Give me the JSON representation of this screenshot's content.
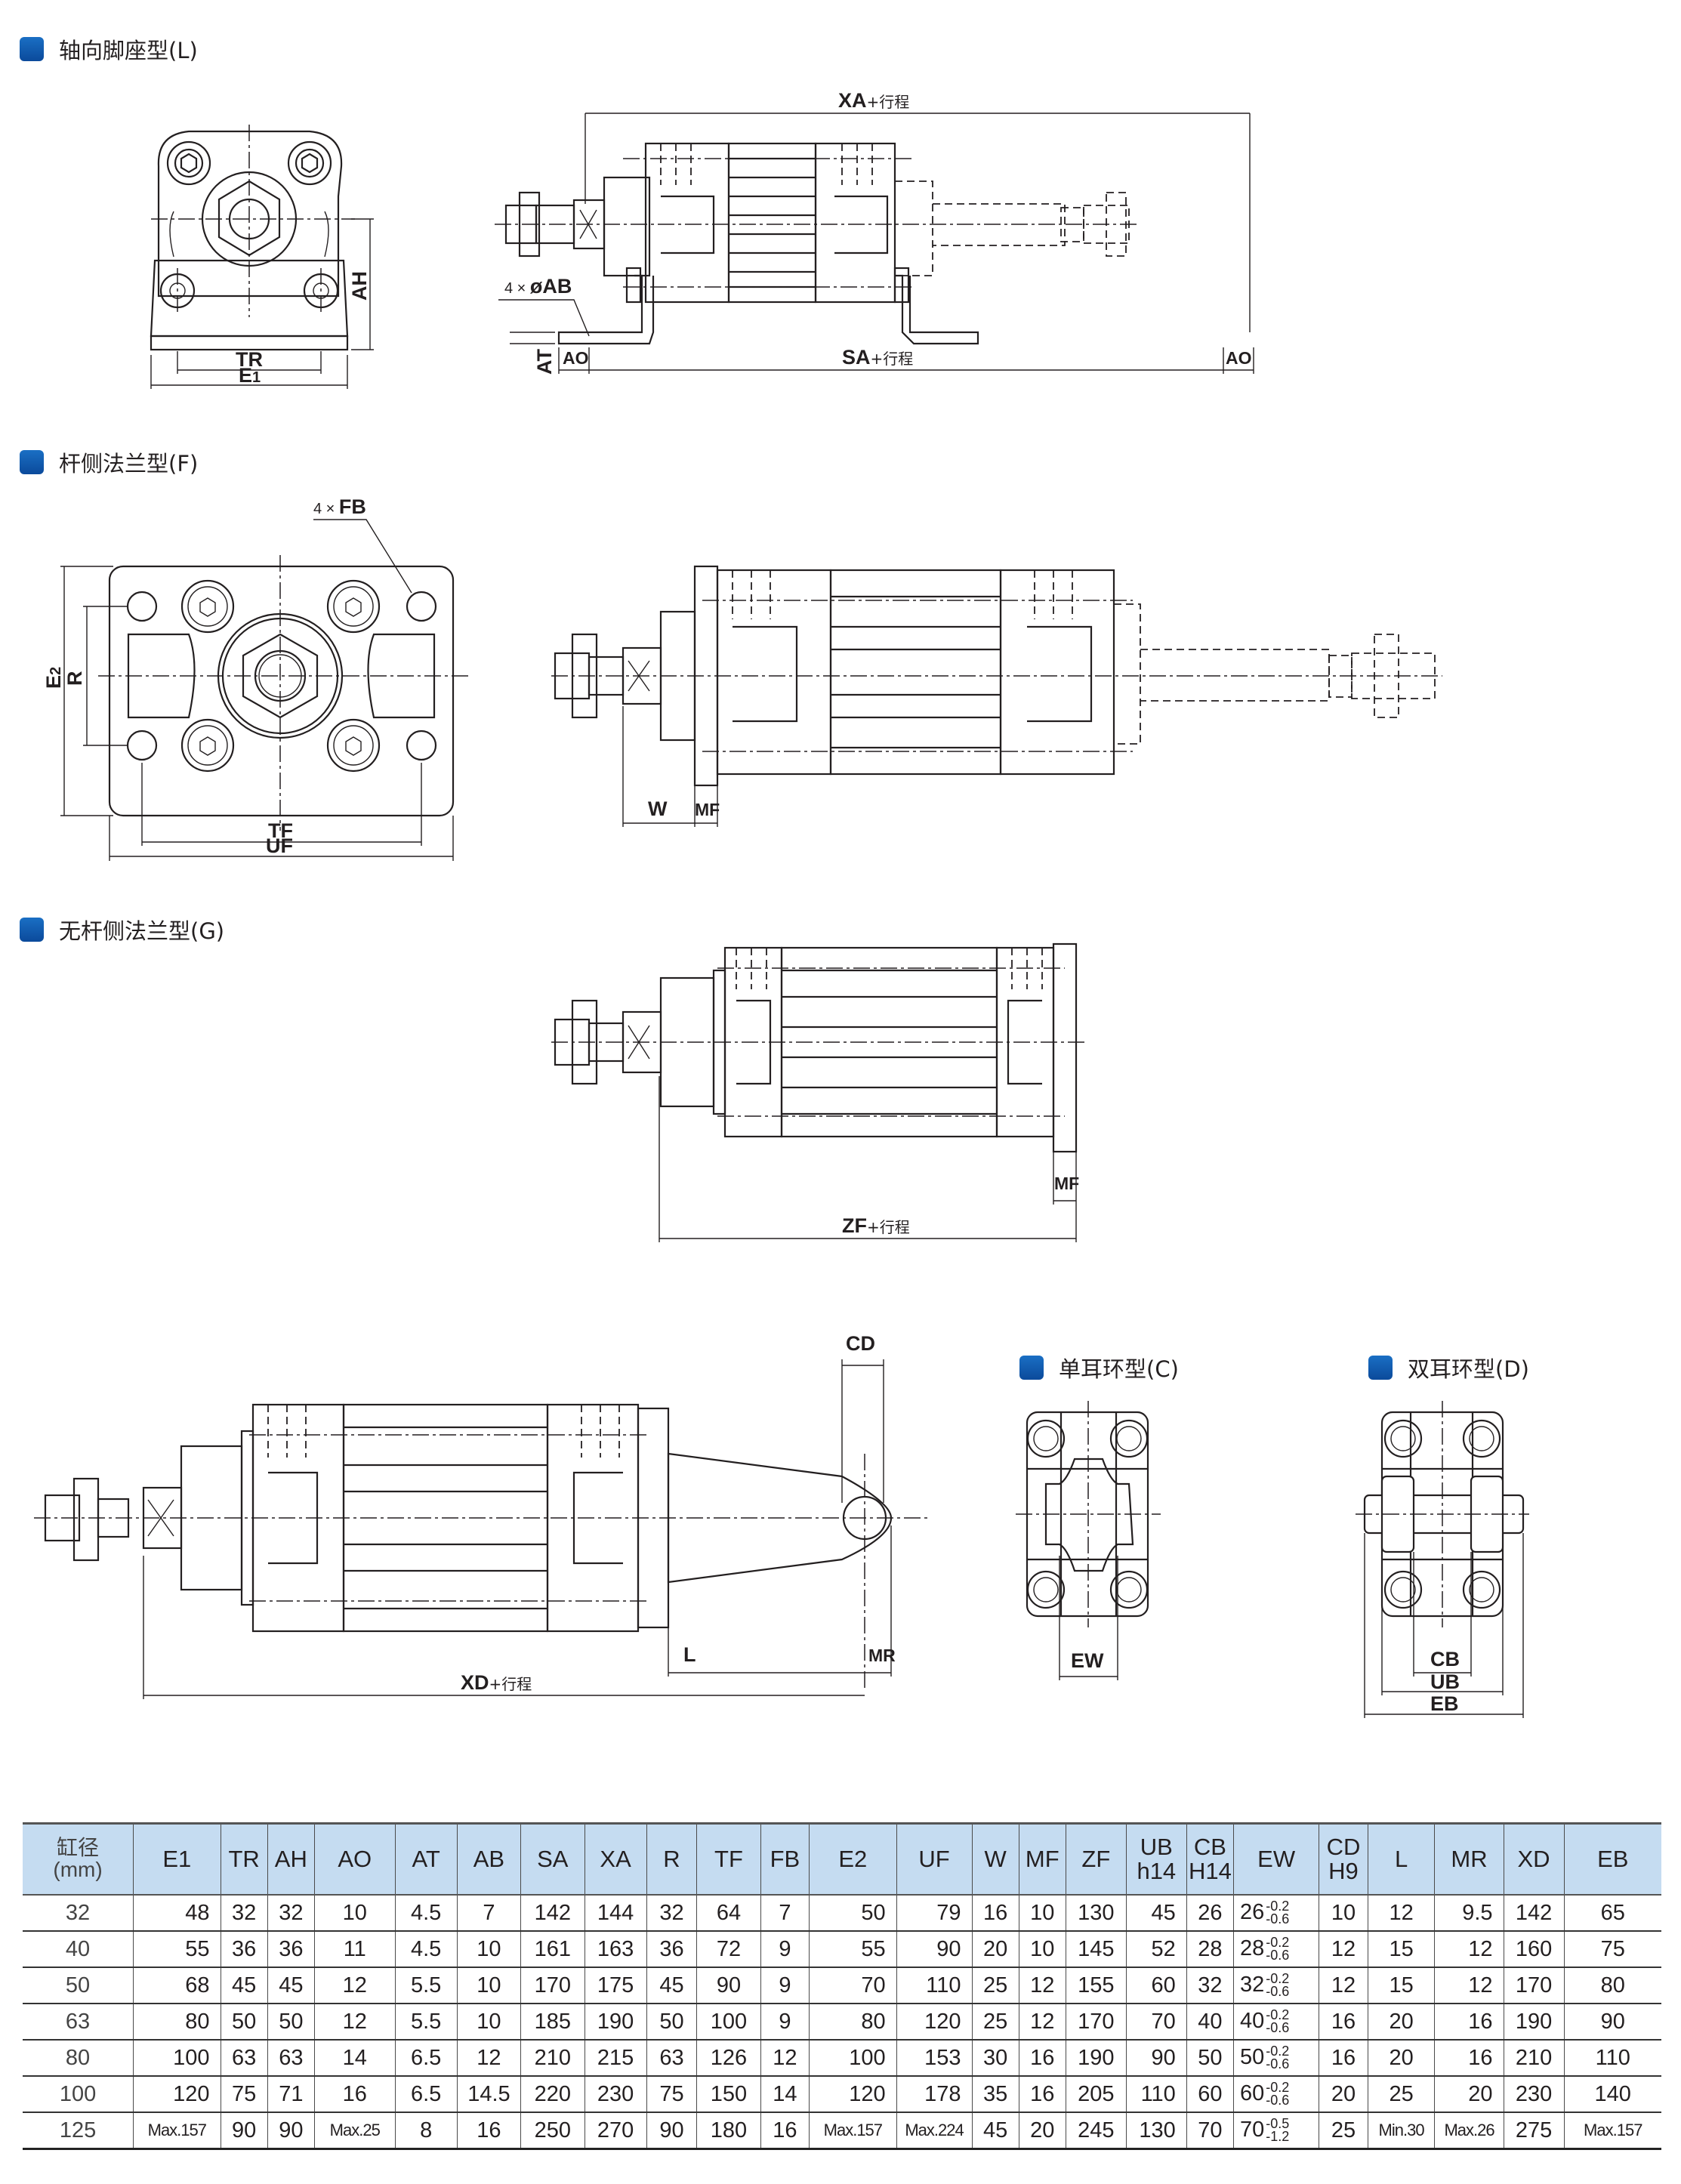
{
  "sections": {
    "L": {
      "title": "轴向脚座型(L)"
    },
    "F": {
      "title": "杆侧法兰型(F)"
    },
    "G": {
      "title": "无杆侧法兰型(G)"
    },
    "C": {
      "title": "单耳环型(C)"
    },
    "D": {
      "title": "双耳环型(D)"
    }
  },
  "labels": {
    "stroke_suffix": "+行程",
    "L_front": {
      "TR": "TR",
      "E1": "E",
      "E1_sub": "1",
      "AH": "AH"
    },
    "L_side": {
      "XA": "XA",
      "SA": "SA",
      "AB_note_prefix": "4 × ",
      "AB_note": "øAB",
      "AT": "AT",
      "AO_left": "AO",
      "AO_right": "AO"
    },
    "F_front": {
      "FB_prefix": "4 × ",
      "FB": "FB",
      "E2": "E",
      "E2_sub": "2",
      "R": "R",
      "TF": "TF",
      "UF": "UF"
    },
    "F_side": {
      "W": "W",
      "MF": "MF"
    },
    "G_side": {
      "ZF": "ZF",
      "MF": "MF"
    },
    "rear_side": {
      "CD": "CD",
      "L": "L",
      "MR": "MR",
      "XD": "XD"
    },
    "C_view": {
      "EW": "EW"
    },
    "D_view": {
      "CB": "CB",
      "UB": "UB",
      "EB": "EB"
    }
  },
  "table": {
    "headers": [
      {
        "l1": "缸径",
        "l2": "(mm)"
      },
      {
        "l1": "E1"
      },
      {
        "l1": "TR"
      },
      {
        "l1": "AH"
      },
      {
        "l1": "AO"
      },
      {
        "l1": "AT"
      },
      {
        "l1": "AB"
      },
      {
        "l1": "SA"
      },
      {
        "l1": "XA"
      },
      {
        "l1": "R"
      },
      {
        "l1": "TF"
      },
      {
        "l1": "FB"
      },
      {
        "l1": "E2"
      },
      {
        "l1": "UF"
      },
      {
        "l1": "W"
      },
      {
        "l1": "MF"
      },
      {
        "l1": "ZF"
      },
      {
        "l1": "UB",
        "l2": "h14"
      },
      {
        "l1": "CB",
        "l2": "H14"
      },
      {
        "l1": "EW"
      },
      {
        "l1": "CD",
        "l2": "H9"
      },
      {
        "l1": "L"
      },
      {
        "l1": "MR"
      },
      {
        "l1": "XD"
      },
      {
        "l1": "EB"
      }
    ],
    "rows": [
      {
        "bore": "32",
        "E1": "48",
        "TR": "32",
        "AH": "32",
        "AO": "10",
        "AT": "4.5",
        "AB": "7",
        "SA": "142",
        "XA": "144",
        "R": "32",
        "TF": "64",
        "FB": "7",
        "E2": "50",
        "UF": "79",
        "W": "16",
        "MF": "10",
        "ZF": "130",
        "UB": "45",
        "CB": "26",
        "EW": "26",
        "EW_upper": "-0.2",
        "EW_lower": "-0.6",
        "CD": "10",
        "L": "12",
        "MR": "9.5",
        "XD": "142",
        "EB": "65"
      },
      {
        "bore": "40",
        "E1": "55",
        "TR": "36",
        "AH": "36",
        "AO": "11",
        "AT": "4.5",
        "AB": "10",
        "SA": "161",
        "XA": "163",
        "R": "36",
        "TF": "72",
        "FB": "9",
        "E2": "55",
        "UF": "90",
        "W": "20",
        "MF": "10",
        "ZF": "145",
        "UB": "52",
        "CB": "28",
        "EW": "28",
        "EW_upper": "-0.2",
        "EW_lower": "-0.6",
        "CD": "12",
        "L": "15",
        "MR": "12",
        "XD": "160",
        "EB": "75"
      },
      {
        "bore": "50",
        "E1": "68",
        "TR": "45",
        "AH": "45",
        "AO": "12",
        "AT": "5.5",
        "AB": "10",
        "SA": "170",
        "XA": "175",
        "R": "45",
        "TF": "90",
        "FB": "9",
        "E2": "70",
        "UF": "110",
        "W": "25",
        "MF": "12",
        "ZF": "155",
        "UB": "60",
        "CB": "32",
        "EW": "32",
        "EW_upper": "-0.2",
        "EW_lower": "-0.6",
        "CD": "12",
        "L": "15",
        "MR": "12",
        "XD": "170",
        "EB": "80"
      },
      {
        "bore": "63",
        "E1": "80",
        "TR": "50",
        "AH": "50",
        "AO": "12",
        "AT": "5.5",
        "AB": "10",
        "SA": "185",
        "XA": "190",
        "R": "50",
        "TF": "100",
        "FB": "9",
        "E2": "80",
        "UF": "120",
        "W": "25",
        "MF": "12",
        "ZF": "170",
        "UB": "70",
        "CB": "40",
        "EW": "40",
        "EW_upper": "-0.2",
        "EW_lower": "-0.6",
        "CD": "16",
        "L": "20",
        "MR": "16",
        "XD": "190",
        "EB": "90"
      },
      {
        "bore": "80",
        "E1": "100",
        "TR": "63",
        "AH": "63",
        "AO": "14",
        "AT": "6.5",
        "AB": "12",
        "SA": "210",
        "XA": "215",
        "R": "63",
        "TF": "126",
        "FB": "12",
        "E2": "100",
        "UF": "153",
        "W": "30",
        "MF": "16",
        "ZF": "190",
        "UB": "90",
        "CB": "50",
        "EW": "50",
        "EW_upper": "-0.2",
        "EW_lower": "-0.6",
        "CD": "16",
        "L": "20",
        "MR": "16",
        "XD": "210",
        "EB": "110"
      },
      {
        "bore": "100",
        "E1": "120",
        "TR": "75",
        "AH": "71",
        "AO": "16",
        "AT": "6.5",
        "AB": "14.5",
        "SA": "220",
        "XA": "230",
        "R": "75",
        "TF": "150",
        "FB": "14",
        "E2": "120",
        "UF": "178",
        "W": "35",
        "MF": "16",
        "ZF": "205",
        "UB": "110",
        "CB": "60",
        "EW": "60",
        "EW_upper": "-0.2",
        "EW_lower": "-0.6",
        "CD": "20",
        "L": "25",
        "MR": "20",
        "XD": "230",
        "EB": "140"
      },
      {
        "bore": "125",
        "E1": "Max.157",
        "TR": "90",
        "AH": "90",
        "AO": "Max.25",
        "AT": "8",
        "AB": "16",
        "SA": "250",
        "XA": "270",
        "R": "90",
        "TF": "180",
        "FB": "16",
        "E2": "Max.157",
        "UF": "Max.224",
        "W": "45",
        "MF": "20",
        "ZF": "245",
        "UB": "130",
        "CB": "70",
        "EW": "70",
        "EW_upper": "-0.5",
        "EW_lower": "-1.2",
        "CD": "25",
        "L": "Min.30",
        "MR": "Max.26",
        "XD": "275",
        "EB": "Max.157"
      }
    ]
  },
  "colors": {
    "marker": "#0b4a9b",
    "header_bg": "#c5dcf1",
    "line": "#231f20"
  }
}
